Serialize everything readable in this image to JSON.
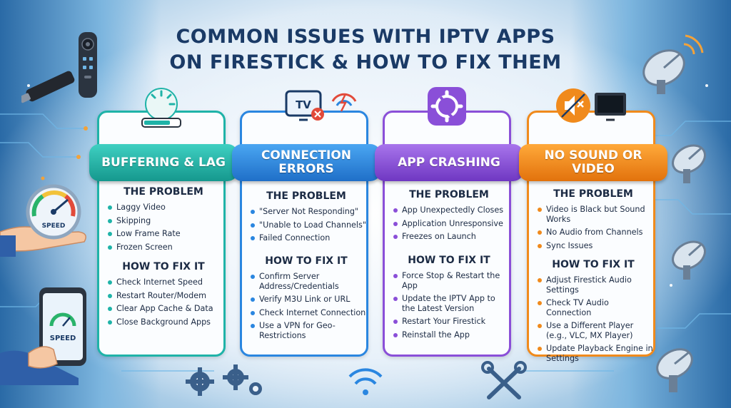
{
  "title_line1": "COMMON ISSUES WITH IPTV APPS",
  "title_line2": "ON FIRESTICK & HOW TO FIX THEM",
  "colors": {
    "teal": "#1fb3a8",
    "blue": "#2a86e0",
    "purple": "#8a4fd8",
    "orange": "#f08a1c",
    "navy": "#1a3a66"
  },
  "icons": {
    "remote": "firestick-remote-icon",
    "speed_hand": "speedometer-hand-icon",
    "speed_phone": "phone-speed-icon",
    "satellite": "satellite-dish-icon",
    "gears": "gears-icon",
    "wifi": "wifi-icon",
    "tools": "wrench-tools-icon"
  },
  "speed_label": "SPEED",
  "tv_label": "TV",
  "cards": [
    {
      "title": "BUFFERING & LAG",
      "problem_heading": "THE PROBLEM",
      "problems": [
        "Laggy Video",
        "Skipping",
        "Low Frame Rate",
        "Frozen Screen"
      ],
      "fix_heading": "HOW TO FIX IT",
      "fixes": [
        "Check Internet Speed",
        "Restart Router/Modem",
        "Clear App Cache & Data",
        "Close Background Apps"
      ]
    },
    {
      "title": "CONNECTION ERRORS",
      "problem_heading": "THE PROBLEM",
      "problems": [
        "\"Server Not Responding\"",
        "\"Unable to Load Channels\"",
        "Failed Connection"
      ],
      "fix_heading": "HOW TO FIX IT",
      "fixes": [
        "Confirm Server Address/Credentials",
        "Verify M3U Link or URL",
        "Check Internet Connection",
        "Use a VPN for Geo-Restrictions"
      ]
    },
    {
      "title": "APP CRASHING",
      "problem_heading": "THE PROBLEM",
      "problems": [
        "App Unexpectedly Closes",
        "Application Unresponsive",
        "Freezes on Launch"
      ],
      "fix_heading": "HOW TO FIX IT",
      "fixes": [
        "Force Stop & Restart the App",
        "Update the IPTV App to the Latest Version",
        "Restart Your Firestick",
        "Reinstall the App"
      ]
    },
    {
      "title": "NO SOUND OR VIDEO",
      "problem_heading": "THE PROBLEM",
      "problems": [
        "Video is Black but Sound Works",
        "No Audio from Channels",
        "Sync Issues"
      ],
      "fix_heading": "HOW TO FIX IT",
      "fixes": [
        "Adjust Firestick Audio Settings",
        "Check TV Audio Connection",
        "Use a Different Player (e.g., VLC, MX Player)",
        "Update Playback Engine in Settings"
      ]
    }
  ]
}
